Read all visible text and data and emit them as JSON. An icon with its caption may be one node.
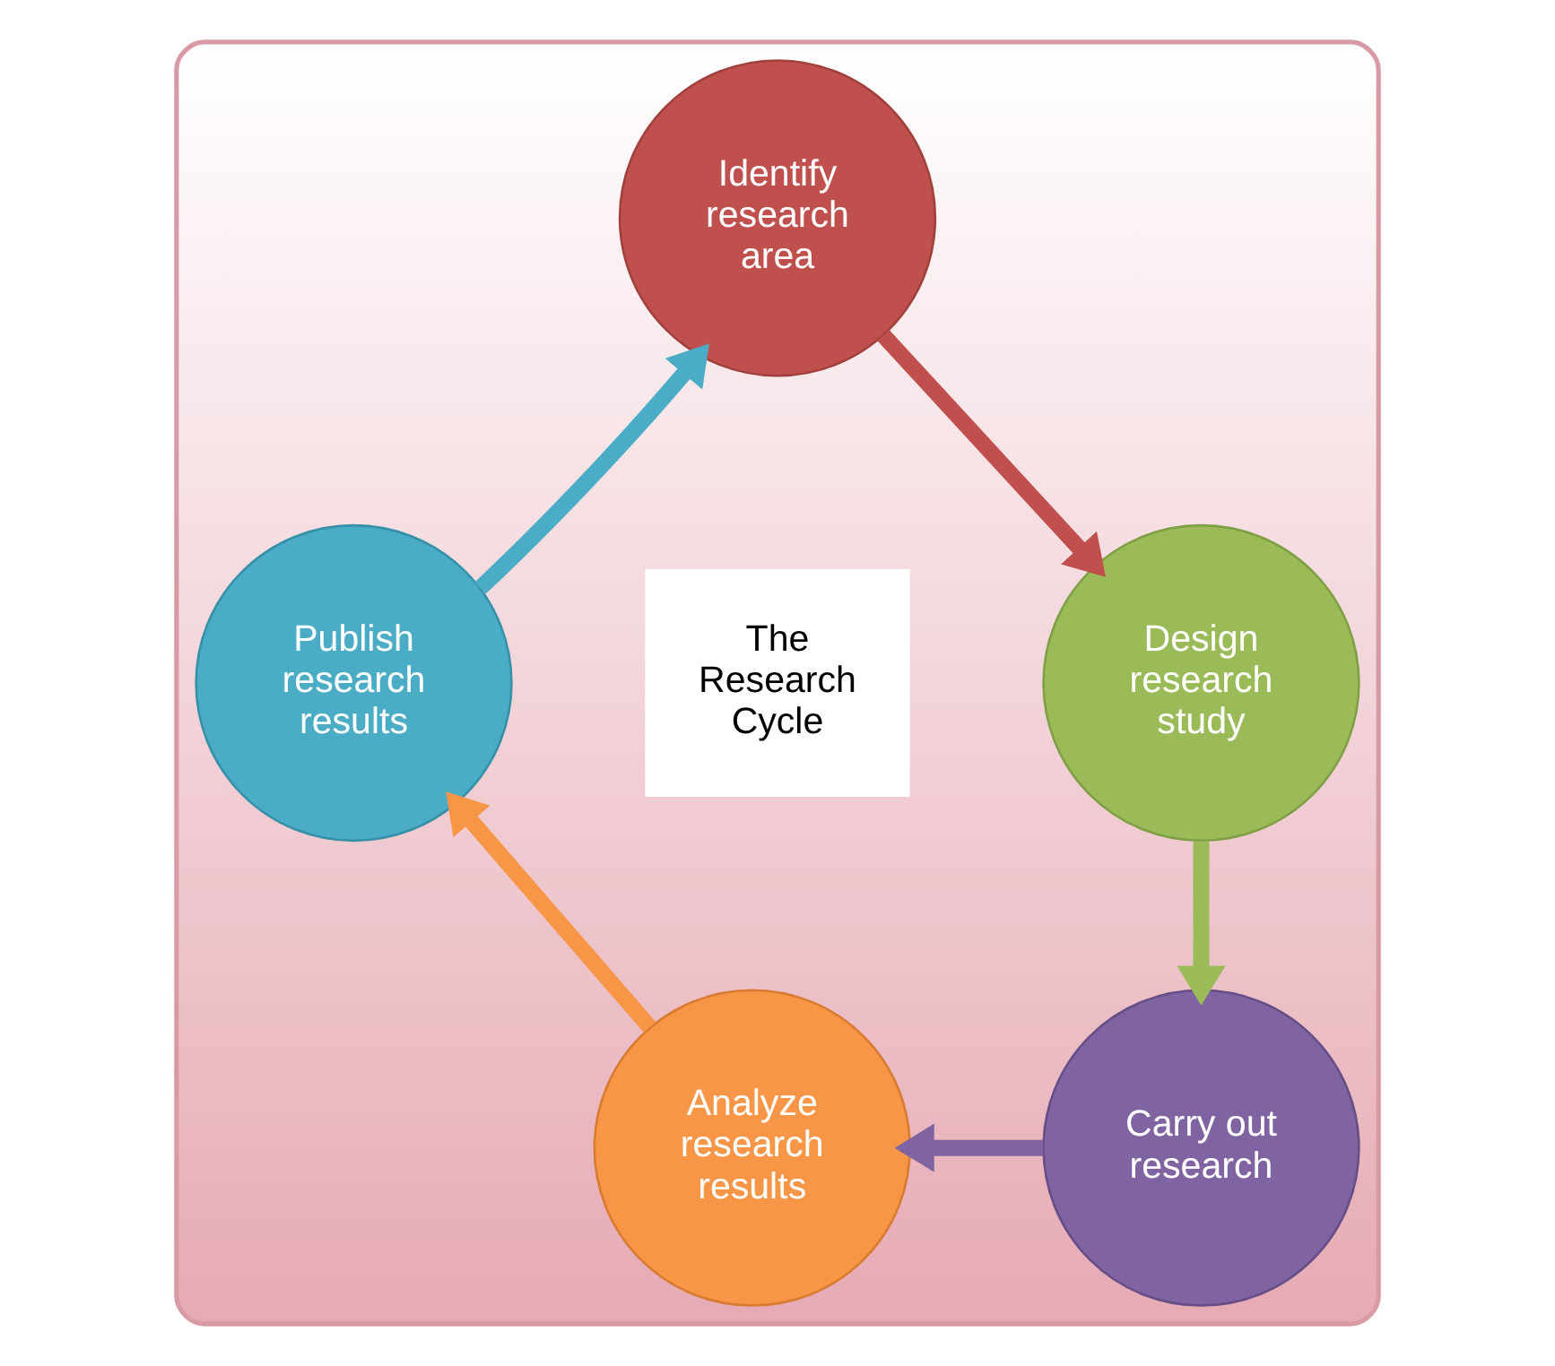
{
  "diagram": {
    "nodes": [
      {
        "text": [],
        "shape": "ellipse"
      },
      {
        "text": [
          "Identify research area"
        ],
        "in": 0
      },
      {
        "text": [
          "Design research study"
        ],
        "in": 0
      },
      {
        "text": [
          "Carry out research"
        ],
        "in": 0
      },
      {
        "text": [
          "Analyze research results"
        ],
        "in": 0
      },
      {
        "text": [
          "Publish research results"
        ],
        "in": 0
      },
      {
        "text": [
          "The Research Cycle"
        ],
        "in": 0
      }
    ],
    "edges": [
      {
        "from": 1,
        "to": 2,
        "arrow": "to",
        "color": "#c0504d"
      },
      {
        "from": 2,
        "to": 3,
        "arrow": "to",
        "color": "#9bbb59"
      },
      {
        "from": 3,
        "to": 4,
        "arrow": "to",
        "color": "#8064a2"
      },
      {
        "from": 4,
        "to": 5,
        "arrow": "to",
        "color": "#f79646"
      },
      {
        "from": 5,
        "to": 1,
        "arrow": "to",
        "color": "#4bacc6"
      }
    ]
  }
}
